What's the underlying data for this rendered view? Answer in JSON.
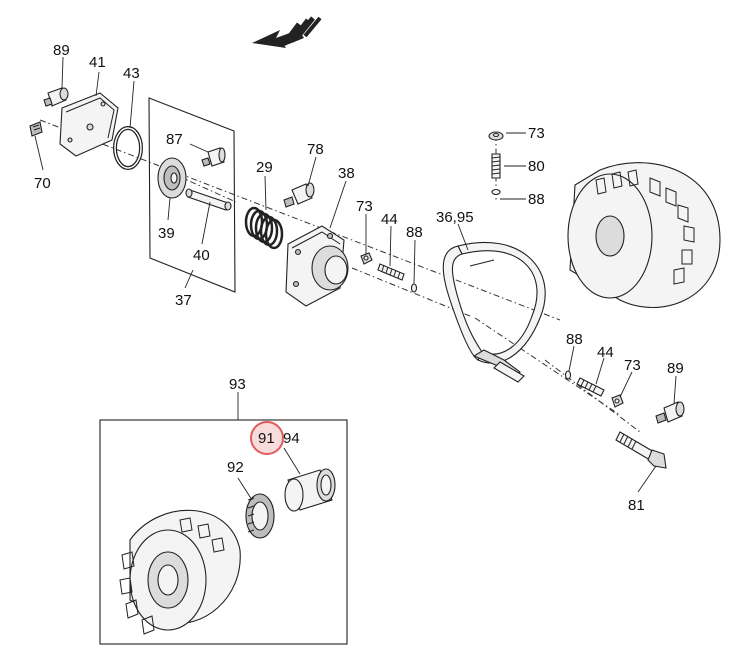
{
  "callouts": {
    "c89a": "89",
    "c41": "41",
    "c43": "43",
    "c70": "70",
    "c87": "87",
    "c39": "39",
    "c40": "40",
    "c37": "37",
    "c29": "29",
    "c78": "78",
    "c38": "38",
    "c73a": "73",
    "c44a": "44",
    "c88a": "88",
    "c3695": "36,95",
    "c73b": "73",
    "c80": "80",
    "c88b": "88",
    "c88c": "88",
    "c44b": "44",
    "c73c": "73",
    "c89b": "89",
    "c81": "81",
    "c93": "93",
    "c91": "91",
    "c94": "94",
    "c92": "92"
  },
  "highlight": {
    "callout": "91",
    "color": "#e05b5b"
  },
  "direction_arrow": {
    "icon": "direction-arrow-icon",
    "points": "left"
  }
}
